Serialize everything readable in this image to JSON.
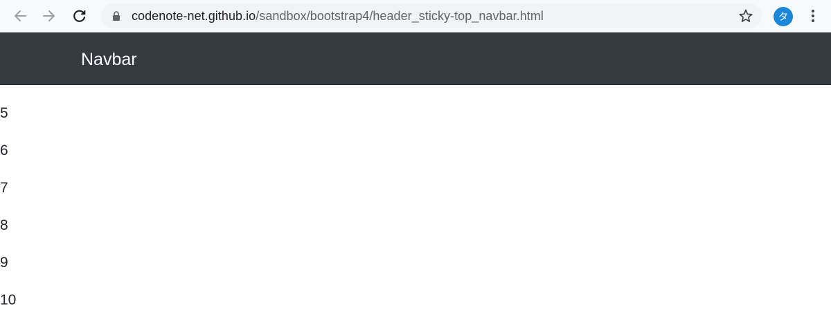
{
  "browser": {
    "url_host": "codenote-net.github.io",
    "url_path": "/sandbox/bootstrap4/header_sticky-top_navbar.html",
    "profile_initial": "タ",
    "icons": {
      "back": "arrow-left-icon",
      "forward": "arrow-right-icon",
      "reload": "reload-icon",
      "lock": "lock-icon",
      "bookmark": "star-icon",
      "menu": "kebab-menu-icon"
    }
  },
  "navbar": {
    "brand": "Navbar",
    "background": "#343a40"
  },
  "content": {
    "lines": [
      "5",
      "6",
      "7",
      "8",
      "9",
      "10"
    ]
  },
  "colors": {
    "avatar": "#1a87d8",
    "navbar": "#343a40"
  }
}
